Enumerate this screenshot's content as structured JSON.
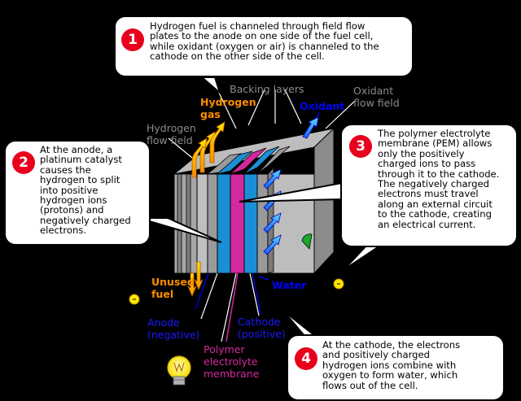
{
  "callouts": [
    {
      "number": "1",
      "text": "Hydrogen fuel is channeled through field flow\nplates to the anode on one side of the fuel cell,\nwhile oxidant (oxygen or air) is channeled to the\ncathode on the other side of the cell."
    },
    {
      "number": "2",
      "text": "At the anode, a\nplatinum catalyst\ncauses the\nhydrogen to split\ninto positive\nhydrogen ions\n(protons) and\nnegatively charged\nelectrons."
    },
    {
      "number": "3",
      "text": "The polymer electrolyte\nmembrane (PEM) allows\nonly the positively\ncharged ions to pass\nthrough it to the cathode.\nThe negatively charged\nelectrons must travel\nalong an external circuit\nto the cathode, creating\nan electrical current."
    },
    {
      "number": "4",
      "text": "At the cathode, the electrons\nand positively charged\nhydrogen ions combine with\noxygen to form water, which\nflows out of the cell."
    }
  ],
  "labels": {
    "backing_layers": "Backing layers",
    "hydrogen_gas": "Hydrogen\ngas",
    "oxidant": "Oxidant",
    "oxidant_flow_field": "Oxidant\nflow field",
    "hydrogen_flow_field": "Hydrogen\nflow field",
    "unused_fuel": "Unused\nfuel",
    "water": "Water",
    "anode": "Anode\n(negative)",
    "cathode": "Cathode\n(positive)",
    "polymer_membrane": "Polymer\nelectrolyte\nmembrane"
  },
  "colors": {
    "badge": "#e8001c",
    "hydrogen": "#ff8c00",
    "oxidant": "#0000ff",
    "membrane": "#d4299e",
    "anode_layer": "#1b8fd6",
    "cathode_layer": "#1b8fd6",
    "plate": "#8c8c8c",
    "bulb": "#ffff66"
  }
}
